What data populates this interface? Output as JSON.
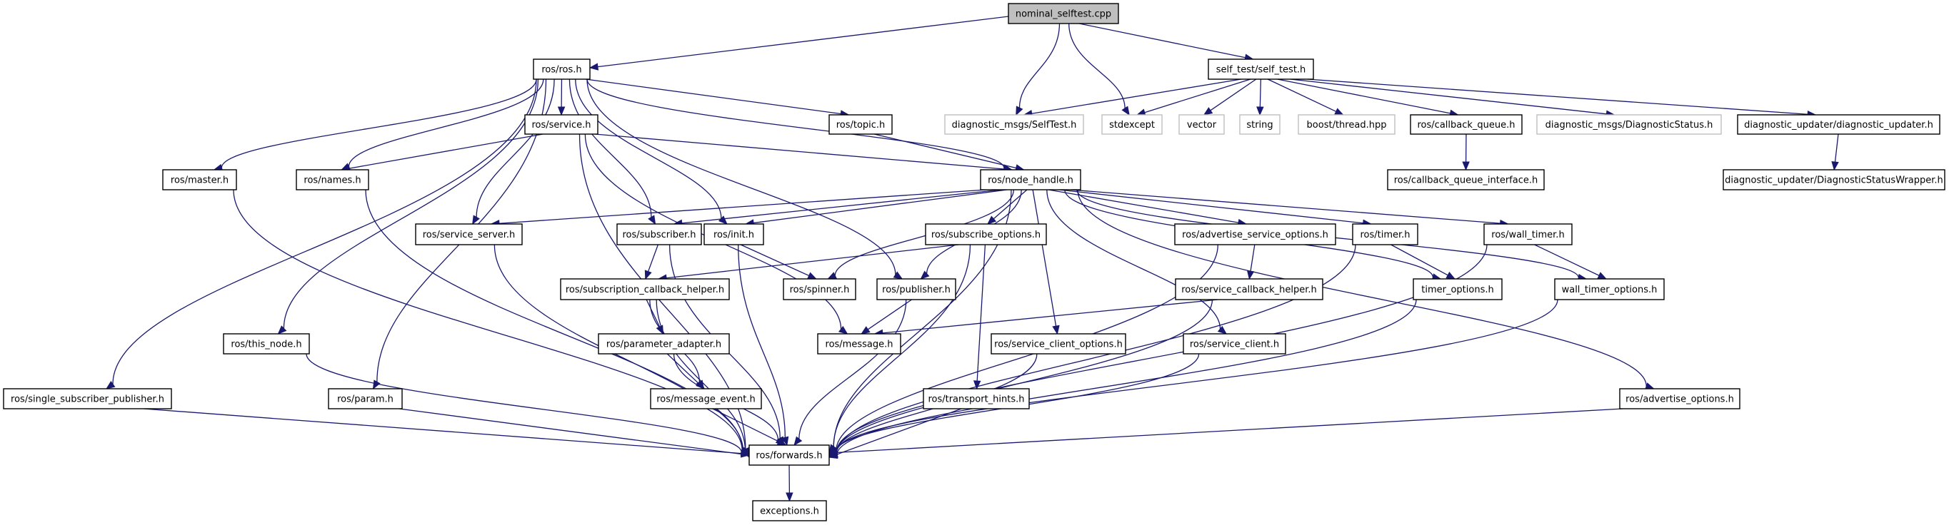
{
  "title": "nominal_selftest.cpp include dependency graph",
  "colors": {
    "edge": "#191970",
    "root_fill": "#bfbfbf",
    "node_border": "#000000",
    "external_border": "#bfbfbf"
  },
  "nodes": [
    {
      "id": "nominal_selftest",
      "label": "nominal_selftest.cpp",
      "kind": "root"
    },
    {
      "id": "ros_ros",
      "label": "ros/ros.h",
      "kind": "local"
    },
    {
      "id": "self_test",
      "label": "self_test/self_test.h",
      "kind": "local"
    },
    {
      "id": "selftest_msg",
      "label": "diagnostic_msgs/SelfTest.h",
      "kind": "external"
    },
    {
      "id": "stdexcept",
      "label": "stdexcept",
      "kind": "external"
    },
    {
      "id": "vector",
      "label": "vector",
      "kind": "external"
    },
    {
      "id": "string",
      "label": "string",
      "kind": "external"
    },
    {
      "id": "boost_thread",
      "label": "boost/thread.hpp",
      "kind": "external"
    },
    {
      "id": "callback_queue",
      "label": "ros/callback_queue.h",
      "kind": "local"
    },
    {
      "id": "diag_status",
      "label": "diagnostic_msgs/DiagnosticStatus.h",
      "kind": "external"
    },
    {
      "id": "diag_updater",
      "label": "diagnostic_updater/diagnostic_updater.h",
      "kind": "local"
    },
    {
      "id": "service",
      "label": "ros/service.h",
      "kind": "local"
    },
    {
      "id": "topic",
      "label": "ros/topic.h",
      "kind": "local"
    },
    {
      "id": "master",
      "label": "ros/master.h",
      "kind": "local"
    },
    {
      "id": "names",
      "label": "ros/names.h",
      "kind": "local"
    },
    {
      "id": "node_handle",
      "label": "ros/node_handle.h",
      "kind": "local"
    },
    {
      "id": "cq_interface",
      "label": "ros/callback_queue_interface.h",
      "kind": "local"
    },
    {
      "id": "status_wrapper",
      "label": "diagnostic_updater/DiagnosticStatusWrapper.h",
      "kind": "local"
    },
    {
      "id": "service_server",
      "label": "ros/service_server.h",
      "kind": "local"
    },
    {
      "id": "subscriber",
      "label": "ros/subscriber.h",
      "kind": "local"
    },
    {
      "id": "init",
      "label": "ros/init.h",
      "kind": "local"
    },
    {
      "id": "subscribe_options",
      "label": "ros/subscribe_options.h",
      "kind": "local"
    },
    {
      "id": "adv_service_options",
      "label": "ros/advertise_service_options.h",
      "kind": "local"
    },
    {
      "id": "timer",
      "label": "ros/timer.h",
      "kind": "local"
    },
    {
      "id": "wall_timer",
      "label": "ros/wall_timer.h",
      "kind": "local"
    },
    {
      "id": "sub_cb_helper",
      "label": "ros/subscription_callback_helper.h",
      "kind": "local"
    },
    {
      "id": "spinner",
      "label": "ros/spinner.h",
      "kind": "local"
    },
    {
      "id": "publisher",
      "label": "ros/publisher.h",
      "kind": "local"
    },
    {
      "id": "srv_cb_helper",
      "label": "ros/service_callback_helper.h",
      "kind": "local"
    },
    {
      "id": "timer_options",
      "label": "timer_options.h",
      "kind": "local"
    },
    {
      "id": "wall_timer_options",
      "label": "wall_timer_options.h",
      "kind": "local"
    },
    {
      "id": "this_node",
      "label": "ros/this_node.h",
      "kind": "local"
    },
    {
      "id": "param_adapter",
      "label": "ros/parameter_adapter.h",
      "kind": "local"
    },
    {
      "id": "message",
      "label": "ros/message.h",
      "kind": "local"
    },
    {
      "id": "srv_client_options",
      "label": "ros/service_client_options.h",
      "kind": "local"
    },
    {
      "id": "service_client",
      "label": "ros/service_client.h",
      "kind": "local"
    },
    {
      "id": "single_sub_pub",
      "label": "ros/single_subscriber_publisher.h",
      "kind": "local"
    },
    {
      "id": "param",
      "label": "ros/param.h",
      "kind": "local"
    },
    {
      "id": "message_event",
      "label": "ros/message_event.h",
      "kind": "local"
    },
    {
      "id": "transport_hints",
      "label": "ros/transport_hints.h",
      "kind": "local"
    },
    {
      "id": "advertise_options",
      "label": "ros/advertise_options.h",
      "kind": "local"
    },
    {
      "id": "forwards",
      "label": "ros/forwards.h",
      "kind": "local"
    },
    {
      "id": "exceptions",
      "label": "exceptions.h",
      "kind": "local"
    }
  ],
  "edges": [
    [
      "nominal_selftest",
      "ros_ros"
    ],
    [
      "nominal_selftest",
      "selftest_msg"
    ],
    [
      "nominal_selftest",
      "stdexcept"
    ],
    [
      "nominal_selftest",
      "self_test"
    ],
    [
      "self_test",
      "selftest_msg"
    ],
    [
      "self_test",
      "stdexcept"
    ],
    [
      "self_test",
      "vector"
    ],
    [
      "self_test",
      "string"
    ],
    [
      "self_test",
      "boost_thread"
    ],
    [
      "self_test",
      "callback_queue"
    ],
    [
      "self_test",
      "diag_status"
    ],
    [
      "self_test",
      "diag_updater"
    ],
    [
      "callback_queue",
      "cq_interface"
    ],
    [
      "diag_updater",
      "status_wrapper"
    ],
    [
      "ros_ros",
      "service"
    ],
    [
      "ros_ros",
      "topic"
    ],
    [
      "ros_ros",
      "node_handle"
    ],
    [
      "ros_ros",
      "master"
    ],
    [
      "ros_ros",
      "names"
    ],
    [
      "ros_ros",
      "single_sub_pub"
    ],
    [
      "ros_ros",
      "this_node"
    ],
    [
      "ros_ros",
      "param"
    ],
    [
      "ros_ros",
      "service_server"
    ],
    [
      "ros_ros",
      "subscriber"
    ],
    [
      "ros_ros",
      "init"
    ],
    [
      "ros_ros",
      "publisher"
    ],
    [
      "service",
      "names"
    ],
    [
      "service",
      "node_handle"
    ],
    [
      "service",
      "forwards"
    ],
    [
      "service",
      "message"
    ],
    [
      "topic",
      "node_handle"
    ],
    [
      "master",
      "forwards"
    ],
    [
      "names",
      "forwards"
    ],
    [
      "node_handle",
      "service_server"
    ],
    [
      "node_handle",
      "subscriber"
    ],
    [
      "node_handle",
      "init"
    ],
    [
      "node_handle",
      "spinner"
    ],
    [
      "node_handle",
      "publisher"
    ],
    [
      "node_handle",
      "subscribe_options"
    ],
    [
      "node_handle",
      "srv_client_options"
    ],
    [
      "node_handle",
      "service_client"
    ],
    [
      "node_handle",
      "forwards"
    ],
    [
      "node_handle",
      "adv_service_options"
    ],
    [
      "node_handle",
      "timer"
    ],
    [
      "node_handle",
      "timer_options"
    ],
    [
      "node_handle",
      "wall_timer"
    ],
    [
      "node_handle",
      "wall_timer_options"
    ],
    [
      "node_handle",
      "advertise_options"
    ],
    [
      "service_server",
      "forwards"
    ],
    [
      "subscriber",
      "sub_cb_helper"
    ],
    [
      "subscriber",
      "forwards"
    ],
    [
      "init",
      "spinner"
    ],
    [
      "init",
      "forwards"
    ],
    [
      "subscribe_options",
      "sub_cb_helper"
    ],
    [
      "subscribe_options",
      "transport_hints"
    ],
    [
      "subscribe_options",
      "forwards"
    ],
    [
      "adv_service_options",
      "srv_cb_helper"
    ],
    [
      "adv_service_options",
      "forwards"
    ],
    [
      "timer",
      "timer_options"
    ],
    [
      "timer",
      "forwards"
    ],
    [
      "wall_timer",
      "wall_timer_options"
    ],
    [
      "wall_timer",
      "forwards"
    ],
    [
      "sub_cb_helper",
      "param_adapter"
    ],
    [
      "sub_cb_helper",
      "message_event"
    ],
    [
      "sub_cb_helper",
      "forwards"
    ],
    [
      "publisher",
      "message"
    ],
    [
      "publisher",
      "forwards"
    ],
    [
      "srv_cb_helper",
      "message"
    ],
    [
      "srv_cb_helper",
      "forwards"
    ],
    [
      "timer_options",
      "forwards"
    ],
    [
      "wall_timer_options",
      "forwards"
    ],
    [
      "this_node",
      "forwards"
    ],
    [
      "param_adapter",
      "message_event"
    ],
    [
      "param_adapter",
      "forwards"
    ],
    [
      "srv_client_options",
      "forwards"
    ],
    [
      "service_client",
      "forwards"
    ],
    [
      "single_sub_pub",
      "forwards"
    ],
    [
      "param",
      "forwards"
    ],
    [
      "message_event",
      "forwards"
    ],
    [
      "transport_hints",
      "forwards"
    ],
    [
      "advertise_options",
      "forwards"
    ],
    [
      "forwards",
      "exceptions"
    ]
  ]
}
